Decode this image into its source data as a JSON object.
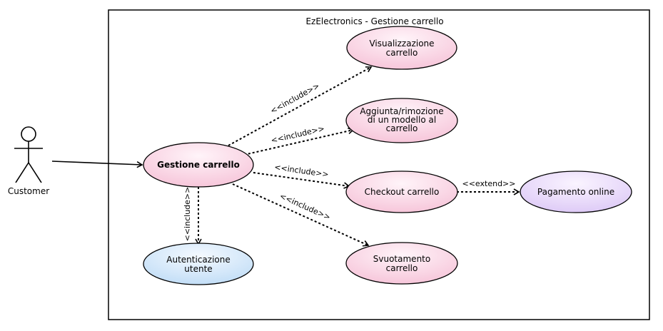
{
  "diagram": {
    "system_title": "EzElectronics - Gestione carrello",
    "actor": {
      "name": "Customer"
    },
    "use_cases": {
      "gestione": {
        "lines": [
          "Gestione carrello"
        ],
        "bold": true,
        "fill": "pink"
      },
      "visualizzazione": {
        "lines": [
          "Visualizzazione",
          "carrello"
        ],
        "fill": "pink"
      },
      "aggiunta": {
        "lines": [
          "Aggiunta/rimozione",
          "di un modello al",
          "carrello"
        ],
        "fill": "pink"
      },
      "checkout": {
        "lines": [
          "Checkout carrello"
        ],
        "fill": "pink"
      },
      "svuotamento": {
        "lines": [
          "Svuotamento",
          "carrello"
        ],
        "fill": "pink"
      },
      "autenticazione": {
        "lines": [
          "Autenticazione",
          "utente"
        ],
        "fill": "blue"
      },
      "pagamento": {
        "lines": [
          "Pagamento online"
        ],
        "fill": "purple"
      }
    },
    "relations": {
      "include_visualizzazione": "<<include>>",
      "include_aggiunta": "<<include>>",
      "include_checkout": "<<include>>",
      "include_svuotamento": "<<include>>",
      "include_autenticazione": "<<include>>",
      "extend_pagamento": "<<extend>>"
    },
    "colors": {
      "pink_light": "#fff0f6",
      "pink_dark": "#f6c3d8",
      "blue_light": "#f2f8ff",
      "blue_dark": "#bfdcf6",
      "purple_light": "#f8f1ff",
      "purple_dark": "#dcc8f6",
      "stroke": "#000000"
    }
  }
}
